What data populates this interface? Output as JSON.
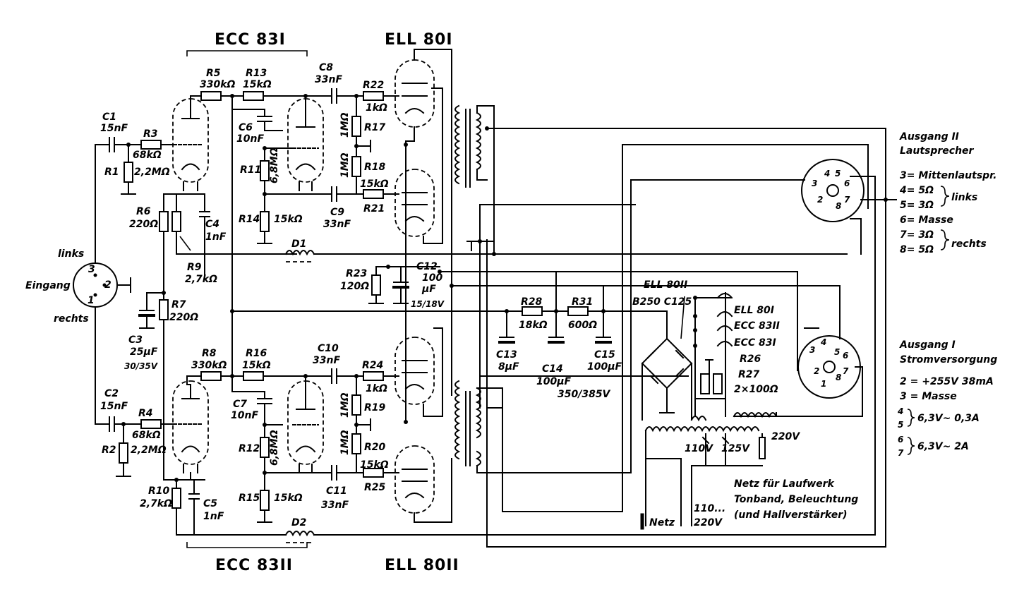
{
  "tubes": {
    "ecc83_1": "ECC 83I",
    "ecc83_2": "ECC 83II",
    "ell80_1": "ELL 80I",
    "ell80_2": "ELL 80II"
  },
  "input": {
    "links": "links",
    "eingang": "Eingang",
    "rechts": "rechts",
    "pin1": "1",
    "pin2": "2",
    "pin3": "3"
  },
  "components": {
    "C1": "C1",
    "C1v": "15nF",
    "C2": "C2",
    "C2v": "15nF",
    "R3": "R3",
    "R3v": "68kΩ",
    "R1": "R1",
    "R1v": "2,2MΩ",
    "R4": "R4",
    "R4v": "68kΩ",
    "R2": "R2",
    "R2v": "2,2MΩ",
    "R5": "R5",
    "R5v": "330kΩ",
    "R13": "R13",
    "R13v": "15kΩ",
    "C8": "C8",
    "C8v": "33nF",
    "R22": "R22",
    "R22v": "1kΩ",
    "C6": "C6",
    "C6v": "10nF",
    "R11": "R11",
    "R11v": "6,8MΩ",
    "R17": "R17",
    "R17v": "1MΩ",
    "R18": "R18",
    "R18v": "1MΩ",
    "R21": "R21",
    "R21v": "15kΩ",
    "R6": "R6",
    "R6v": "220Ω",
    "C4": "C4",
    "C4v": "1nF",
    "R14": "R14",
    "R14v": "15kΩ",
    "C9": "C9",
    "C9v": "33nF",
    "R9": "R9",
    "R9v": "2,7kΩ",
    "D1": "D1",
    "R23": "R23",
    "R23v": "120Ω",
    "C12": "C12",
    "C12v1": "100",
    "C12v2": "µF",
    "C12v3": "15/18V",
    "R7": "R7",
    "R7v": "220Ω",
    "C3": "C3",
    "C3v": "25µF",
    "C3v2": "30/35V",
    "R8": "R8",
    "R8v": "330kΩ",
    "R16": "R16",
    "R16v": "15kΩ",
    "C10": "C10",
    "C10v": "33nF",
    "R24": "R24",
    "R24v": "1kΩ",
    "C7": "C7",
    "C7v": "10nF",
    "R12": "R12",
    "R12v": "6,8MΩ",
    "R19": "R19",
    "R19v": "1MΩ",
    "R20": "R20",
    "R20v": "1MΩ",
    "R25": "R25",
    "R25v": "15kΩ",
    "R10": "R10",
    "R10v": "2,7kΩ",
    "C5": "C5",
    "C5v": "1nF",
    "R15": "R15",
    "R15v": "15kΩ",
    "C11": "C11",
    "C11v": "33nF",
    "D2": "D2",
    "R28": "R28",
    "R28v": "18kΩ",
    "R31": "R31",
    "R31v": "600Ω",
    "C13": "C13",
    "C13v": "8µF",
    "C14": "C14",
    "C14v": "100µF",
    "C15": "C15",
    "C15v": "100µF",
    "C1415v": "350/385V",
    "R26": "R26",
    "R27": "R27",
    "R2627v": "2×100Ω",
    "rect": "B250 C125",
    "heater1": "ELL 80II",
    "heater2": "ELL 80I",
    "heater3": "ECC 83II",
    "heater4": "ECC 83I"
  },
  "mains": {
    "v220": "220V",
    "v110": "110V",
    "v125": "125V",
    "netz": "Netz",
    "out1": "110...",
    "out2": "220V",
    "note1": "Netz für Laufwerk",
    "note2": "Tonband, Beleuchtung",
    "note3": "(und Hallverstärker)"
  },
  "out2": {
    "title1": "Ausgang II",
    "title2": "Lautsprecher",
    "l1": "3= Mittenlautspr.",
    "l2": "4= 5Ω",
    "l3": "5= 3Ω",
    "links": "links",
    "l4": "6= Masse",
    "l5": "7= 3Ω",
    "l6": "8= 5Ω",
    "rechts": "rechts"
  },
  "out1": {
    "title1": "Ausgang I",
    "title2": "Stromversorgung",
    "l1": "2 = +255V 38mA",
    "l2": "3 = Masse",
    "l3a": "4",
    "l3b": "5",
    "l3": "6,3V~ 0,3A",
    "l4a": "6",
    "l4b": "7",
    "l4": "6,3V~ 2A"
  },
  "sockets": {
    "p1": "1",
    "p2": "2",
    "p3": "3",
    "p4": "4",
    "p5": "5",
    "p6": "6",
    "p7": "7",
    "p8": "8"
  }
}
